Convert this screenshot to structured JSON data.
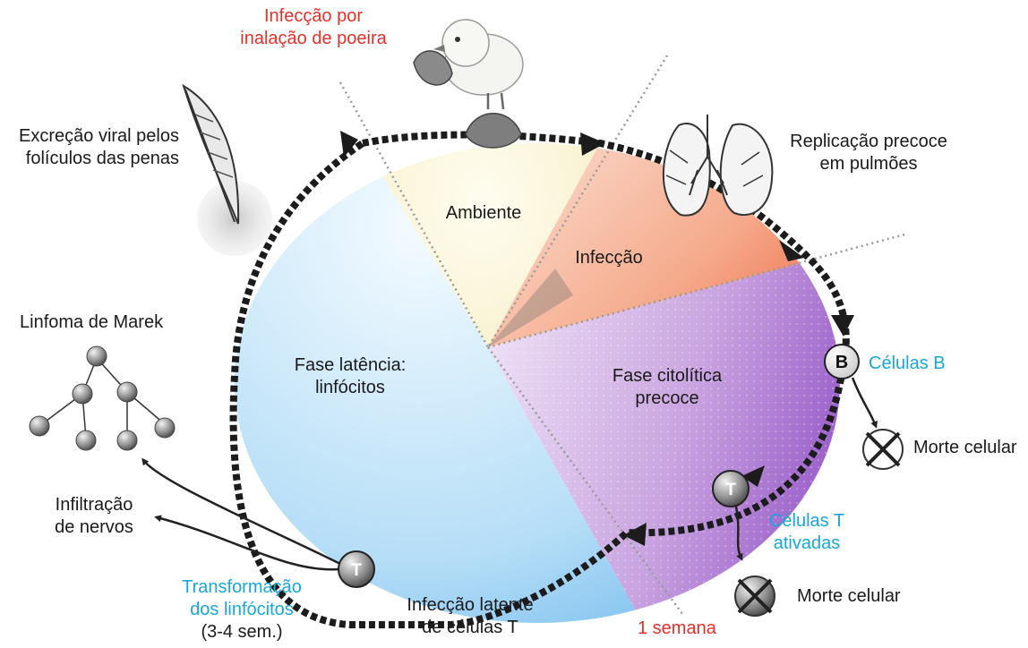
{
  "labels": {
    "inhalation_line1": "Infecção por",
    "inhalation_line2": "inalação de poeira",
    "excretion_line1": "Excreção viral pelos",
    "excretion_line2": "folículos das penas",
    "early_replication_line1": "Replicação precoce",
    "early_replication_line2": "em pulmões",
    "environment": "Ambiente",
    "infection": "Infecção",
    "latency_line1": "Fase latência:",
    "latency_line2": "linfócitos",
    "cytolytic_line1": "Fase citolítica",
    "cytolytic_line2": "precoce",
    "marek_lymphoma": "Linfoma de Marek",
    "b_cells": "Células B",
    "cell_death_1": "Morte celular",
    "cell_death_2": "Morte celular",
    "activated_t_line1": "Células T",
    "activated_t_line2": "ativadas",
    "nerve_infiltration_line1": "Infiltração",
    "nerve_infiltration_line2": "de nervos",
    "transformation_line1": "Transformação",
    "transformation_line2": "dos linfócitos",
    "transformation_line3": "(3-4 sem.)",
    "latent_infection_line1": "Infecção latente",
    "latent_infection_line2": "de células T",
    "one_week": "1 semana",
    "b_node": "B",
    "t_node_active": "T",
    "t_node_transform": "T"
  },
  "colors": {
    "red_text": "#e0322b",
    "cyan_text": "#1aa7d6",
    "latency_phase": "#8ec8ef",
    "environment_phase": "#f7f1cf",
    "infection_phase": "#f29a7a",
    "cytolytic_phase": "#a97bcf"
  },
  "icons": [
    "feather-icon",
    "chick-icon",
    "lungs-icon",
    "b-cell-icon",
    "t-cell-icon",
    "cell-death-icon",
    "lymphoma-tree-icon"
  ]
}
